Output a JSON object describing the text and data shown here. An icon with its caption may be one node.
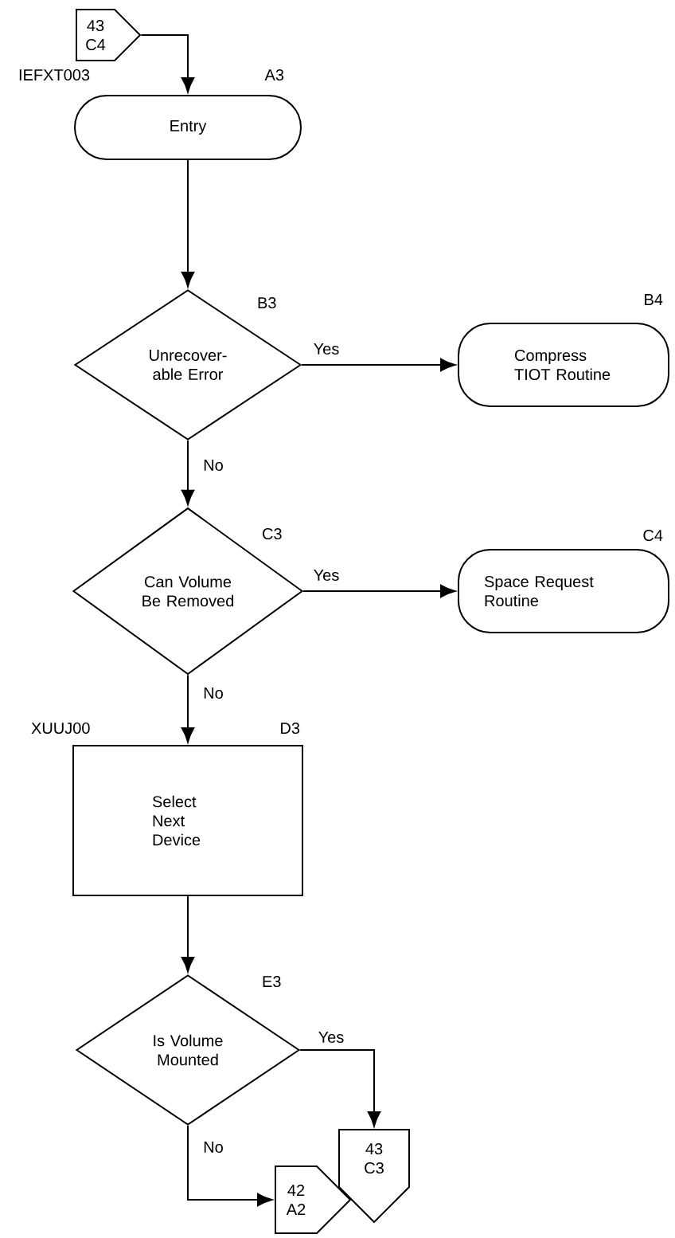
{
  "diagram": {
    "nodes": [
      {
        "text": [
          "43 C4"
        ]
      },
      {
        "text": [
          "Entry"
        ],
        "beside": [
          "IEFXT003",
          "A3"
        ]
      },
      {
        "text": [
          "Unrecover- able Error"
        ],
        "beside": [
          "B3"
        ]
      },
      {
        "text": [
          "Compress TIOT Routine"
        ],
        "beside": [
          "B4"
        ]
      },
      {
        "text": [
          "Can Volume Be Removed"
        ],
        "beside": [
          "C3"
        ]
      },
      {
        "text": [
          "Space Request Routine"
        ],
        "beside": [
          "C4"
        ]
      },
      {
        "text": [
          "Select Next Device"
        ],
        "beside": [
          "XUUJ00",
          "D3"
        ]
      },
      {
        "text": [
          "Is Volume Mounted"
        ],
        "beside": [
          "E3"
        ]
      },
      {
        "text": [
          "43 C3"
        ]
      },
      {
        "text": [
          "42 A2"
        ]
      }
    ],
    "edges": [
      {
        "from": 0,
        "to": 1,
        "arrow": "to"
      },
      {
        "from": 1,
        "to": 2,
        "arrow": "to"
      },
      {
        "from": 2,
        "to": 3,
        "arrow": "to",
        "label": "Yes"
      },
      {
        "from": 2,
        "to": 4,
        "arrow": "to",
        "label": "No"
      },
      {
        "from": 4,
        "to": 5,
        "arrow": "to",
        "label": "Yes"
      },
      {
        "from": 4,
        "to": 6,
        "arrow": "to",
        "label": "No"
      },
      {
        "from": 6,
        "to": 7,
        "arrow": "to"
      },
      {
        "from": 7,
        "to": 8,
        "arrow": "to",
        "label": "Yes"
      },
      {
        "from": 7,
        "to": 9,
        "arrow": "to",
        "label": "No"
      }
    ]
  }
}
